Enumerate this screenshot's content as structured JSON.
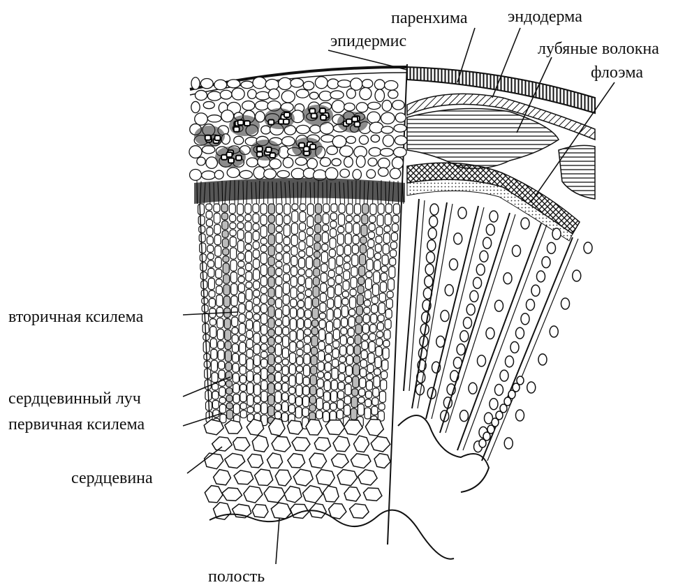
{
  "labels": {
    "parenchyma": "паренхима",
    "endodermis": "эндодерма",
    "epidermis": "эпидермис",
    "bast_fibers": "лубяные волокна",
    "phloem": "флоэма",
    "secondary_xylem": "вторичная ксилема",
    "medullary_ray": "сердцевинный луч",
    "primary_xylem": "первичная ксилема",
    "pith": "сердцевина",
    "cavity": "полость"
  },
  "colors": {
    "ink": "#111111",
    "background": "#ffffff",
    "hatch": "#333333"
  }
}
